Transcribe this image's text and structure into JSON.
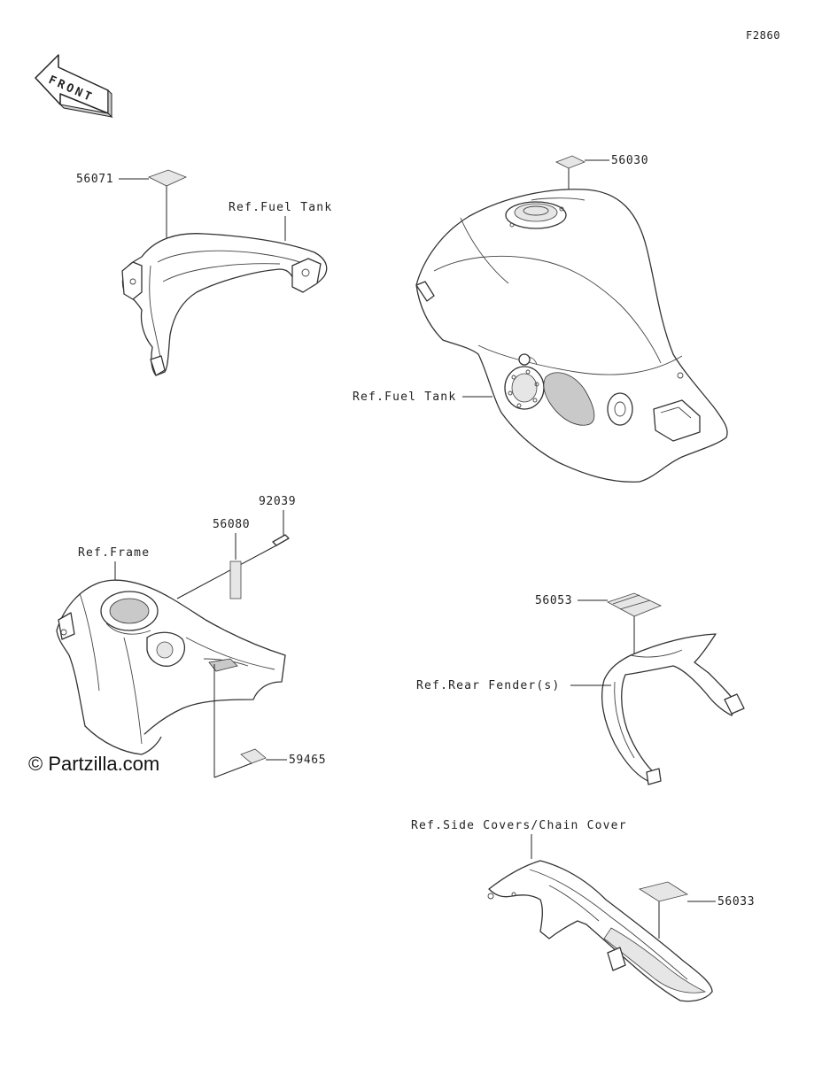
{
  "diagram": {
    "figure_code": "F2860",
    "front_label": "FRONT",
    "watermark": "© Partzilla.com",
    "parts": {
      "p56071": "56071",
      "p56030": "56030",
      "p92039": "92039",
      "p56080": "56080",
      "p56053": "56053",
      "p59465": "59465",
      "p56033": "56033"
    },
    "refs": {
      "fuel_tank_top": "Ref.Fuel Tank",
      "fuel_tank_side": "Ref.Fuel Tank",
      "frame": "Ref.Frame",
      "rear_fender": "Ref.Rear Fender(s)",
      "side_covers": "Ref.Side Covers/Chain Cover"
    }
  }
}
